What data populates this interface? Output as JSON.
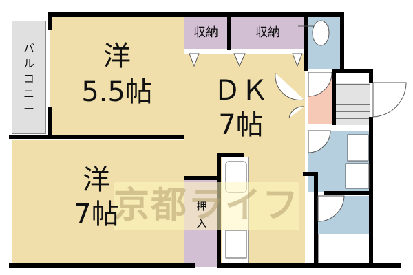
{
  "floorplan": {
    "rooms": [
      {
        "id": "western-room-1",
        "label_line1": "洋",
        "label_line2": "5.5帖"
      },
      {
        "id": "western-room-2",
        "label_line1": "洋",
        "label_line2": "7帖"
      },
      {
        "id": "dining-kitchen",
        "label_line1": "ＤＫ",
        "label_line2": "7帖"
      },
      {
        "id": "storage-1",
        "label": "収納"
      },
      {
        "id": "storage-2",
        "label": "収納"
      },
      {
        "id": "closet",
        "label_line1": "押",
        "label_line2": "入"
      },
      {
        "id": "balcony",
        "label": "バルコニー"
      }
    ],
    "watermark": "京都ライフ",
    "colors": {
      "room_yellow": "#f0dfab",
      "storage_purple": "#d2bfd3",
      "wet_area_blue": "#b5cfdf",
      "entrance_pink": "#f6c8b6",
      "balcony_gray": "#e0e0e0",
      "wall": "#000000"
    }
  }
}
